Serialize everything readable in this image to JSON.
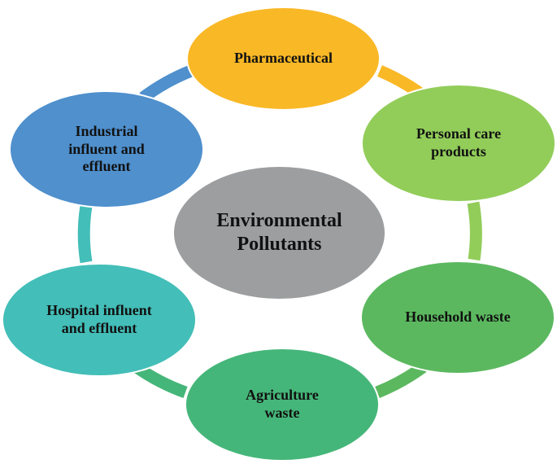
{
  "diagram": {
    "center": {
      "label": "Environmental\nPollutants",
      "color": "#9c9e9f"
    },
    "nodes": [
      {
        "key": "pharma",
        "label": "Pharmaceutical",
        "color": "#f9b826"
      },
      {
        "key": "personal",
        "label": "Personal care\nproducts",
        "color": "#92cd5a"
      },
      {
        "key": "household",
        "label": "Household waste",
        "color": "#5bb85f"
      },
      {
        "key": "agri",
        "label": "Agriculture\nwaste",
        "color": "#45b679"
      },
      {
        "key": "hospital",
        "label": "Hospital influent\nand effluent",
        "color": "#43beb8"
      },
      {
        "key": "industrial",
        "label": "Industrial\ninfluent and\neffluent",
        "color": "#4f90cd"
      }
    ],
    "ring_colors": [
      "#f9b826",
      "#92cd5a",
      "#5bb85f",
      "#45b679",
      "#43beb8",
      "#4f90cd"
    ]
  }
}
